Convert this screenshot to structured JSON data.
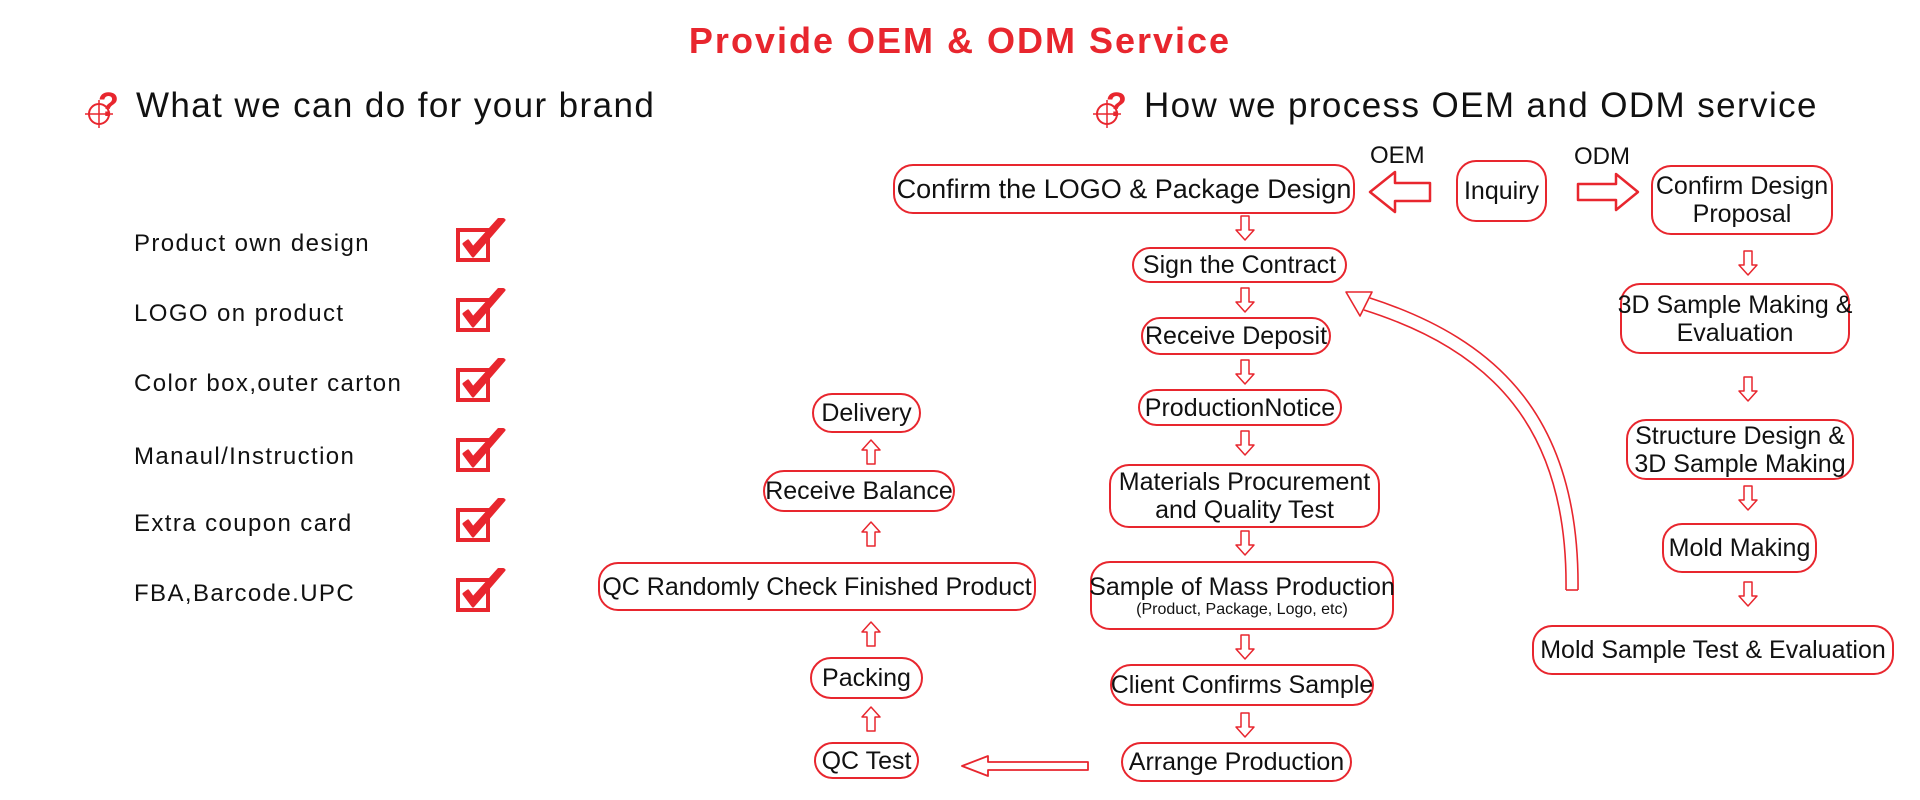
{
  "title": "Provide OEM & ODM Service",
  "left_section": {
    "heading": "What we can do for your brand",
    "icon": "question-target-icon",
    "items": [
      "Product own design",
      "LOGO on product",
      "Color box,outer carton",
      "Manaul/Instruction",
      "Extra coupon card",
      "FBA,Barcode.UPC"
    ]
  },
  "right_section": {
    "heading": "How we process OEM and ODM service",
    "icon": "question-target-icon"
  },
  "flow": {
    "oem_label": "OEM",
    "odm_label": "ODM",
    "inquiry": "Inquiry",
    "oem_steps": [
      "Confirm the LOGO & Package Design",
      "Sign the Contract",
      "Receive Deposit",
      "ProductionNotice",
      "Materials Procurement",
      "and Quality Test",
      "Sample of Mass Production",
      "(Product, Package, Logo, etc)",
      "Client Confirms Sample",
      "Arrange Production"
    ],
    "odm_steps": [
      "Confirm Design",
      "Proposal",
      "3D Sample Making &",
      "Evaluation",
      "Structure Design &",
      "3D Sample Making",
      "Mold Making",
      "Mold Sample Test & Evaluation"
    ],
    "final_steps": [
      "QC Test",
      "Packing",
      "QC Randomly Check Finished Product",
      "Receive Balance",
      "Delivery"
    ]
  },
  "accent_color": "#e8262e"
}
